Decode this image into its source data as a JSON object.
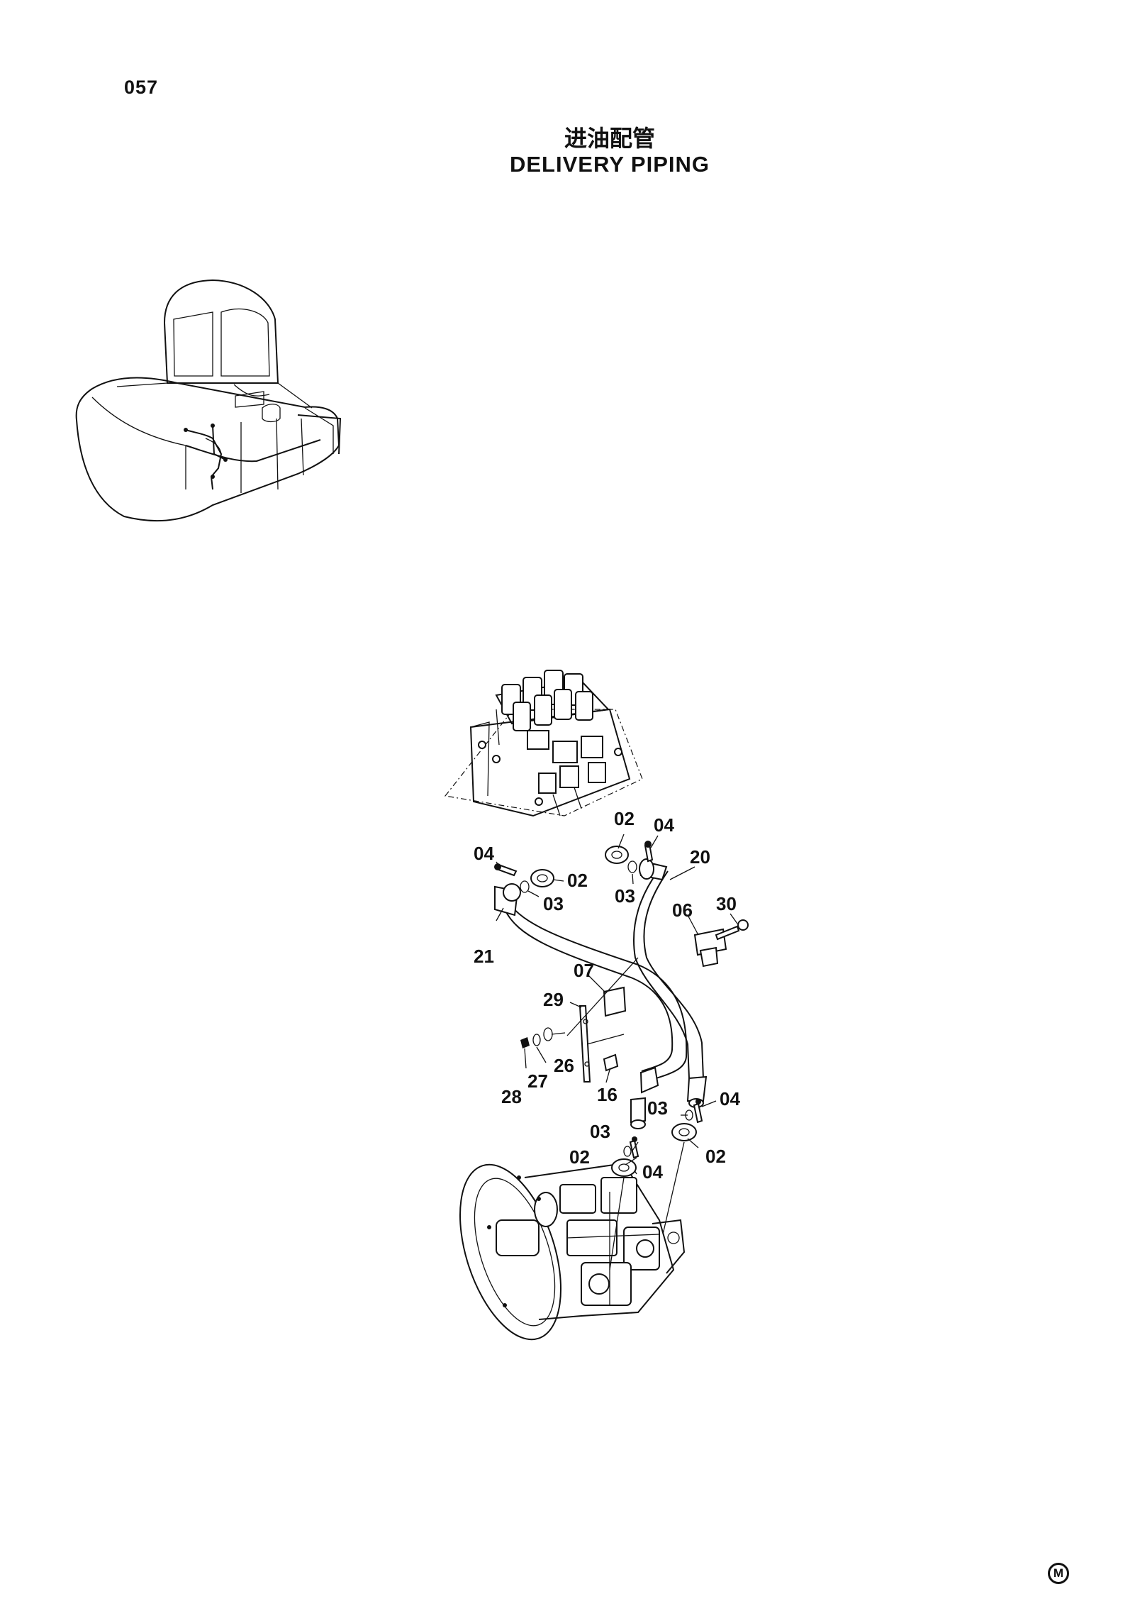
{
  "page_number": "057",
  "title_cn": "进油配管",
  "title_en": "DELIVERY PIPING",
  "corner_mark": "M",
  "part_labels": [
    {
      "id": "02a",
      "text": "02"
    },
    {
      "id": "04a",
      "text": "04"
    },
    {
      "id": "20",
      "text": "20"
    },
    {
      "id": "04b",
      "text": "04"
    },
    {
      "id": "02b",
      "text": "02"
    },
    {
      "id": "03a",
      "text": "03"
    },
    {
      "id": "03b",
      "text": "03"
    },
    {
      "id": "06",
      "text": "06"
    },
    {
      "id": "30",
      "text": "30"
    },
    {
      "id": "21",
      "text": "21"
    },
    {
      "id": "07",
      "text": "07"
    },
    {
      "id": "29",
      "text": "29"
    },
    {
      "id": "26",
      "text": "26"
    },
    {
      "id": "27",
      "text": "27"
    },
    {
      "id": "28",
      "text": "28"
    },
    {
      "id": "16",
      "text": "16"
    },
    {
      "id": "03c",
      "text": "03"
    },
    {
      "id": "04c",
      "text": "04"
    },
    {
      "id": "03d",
      "text": "03"
    },
    {
      "id": "02c",
      "text": "02"
    },
    {
      "id": "04d",
      "text": "04"
    },
    {
      "id": "02d",
      "text": "02"
    }
  ]
}
